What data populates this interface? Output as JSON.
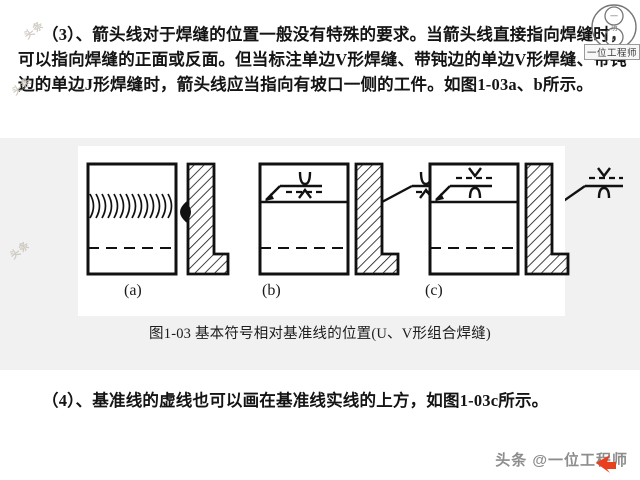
{
  "document": {
    "paragraph_3": "（3）、箭头线对于焊缝的位置一般没有特殊的要求。当箭头线直接指向焊缝时，可以指向焊缝的正面或反面。但当标注单边V形焊缝、带钝边的单边V形焊缝、带钝边的单边J形焊缝时，箭头线应当指向有坡口一侧的工件。如图1-03a、b所示。",
    "paragraph_4": "（4）、基准线的虚线也可以画在基准线实线的上方，如图1-03c所示。"
  },
  "figure": {
    "caption": "图1-03  基本符号相对基准线的位置(U、V形组合焊缝)",
    "panels": [
      {
        "id": "a",
        "label": "(a)",
        "description": "焊缝实体视图与剖视图，无焊缝符号标注"
      },
      {
        "id": "b",
        "label": "(b)",
        "description": "基准线虚线在实线下方的U、V形组合焊缝符号"
      },
      {
        "id": "c",
        "label": "(c)",
        "description": "基准线虚线在实线上方的U、V形组合焊缝符号"
      }
    ]
  },
  "watermarks": {
    "logo_label": "一位工程师",
    "bottom": "头条 @一位工程师",
    "faint_1": "头条",
    "faint_2": "头条",
    "faint_3": "头条"
  },
  "colors": {
    "band_background": "#f1f1f1",
    "panel_background": "#ffffff",
    "ink": "#141414",
    "watermark_gray": "#8d8d8d",
    "cursor_red": "#e8401f"
  }
}
